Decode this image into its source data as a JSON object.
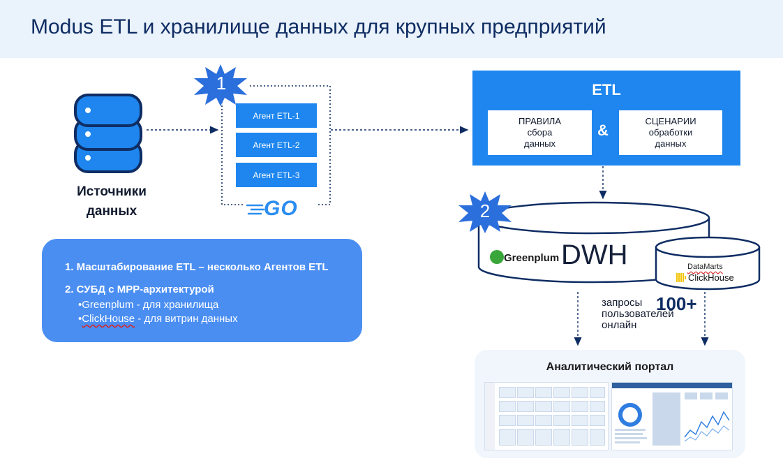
{
  "title": "Modus ETL и хранилище данных для крупных предприятий",
  "sources": {
    "line1": "Источники",
    "line2": "данных"
  },
  "badges": {
    "one": "1",
    "two": "2"
  },
  "agents": [
    {
      "label": "Агент ETL-1"
    },
    {
      "label": "Агент ETL-2"
    },
    {
      "label": "Агент ETL-3"
    }
  ],
  "go_logo": "GO",
  "etl": {
    "title": "ETL",
    "rules": [
      "ПРАВИЛА",
      "сбора",
      "данных"
    ],
    "amp": "&",
    "scenarios": [
      "СЦЕНАРИИ",
      "обработки",
      "данных"
    ]
  },
  "info": {
    "item1": "1.  Масштабирование ETL – несколько Агентов ETL",
    "item2": "2.  СУБД с MPP-архитектурой",
    "sub1_bullet": "•",
    "sub1": "Greenplum - для хранилища",
    "sub2_bullet": "•",
    "sub2_name": "ClickHouse",
    "sub2_rest": " - для витрин данных"
  },
  "dwh": {
    "label": "DWH",
    "greenplum": "Greenplum",
    "datamarts": "DataMarts",
    "clickhouse": "ClickHouse"
  },
  "queries": {
    "line1": "запросы",
    "number": "100+",
    "line2": "пользователей",
    "line3": "онлайн"
  },
  "portal": {
    "title": "Аналитический портал"
  },
  "colors": {
    "accent": "#1e86ee",
    "info_bg": "#4a8ef2",
    "header_bg": "#eaf2fb",
    "badge": "#2b6fdc",
    "dark": "#0f2d63"
  }
}
